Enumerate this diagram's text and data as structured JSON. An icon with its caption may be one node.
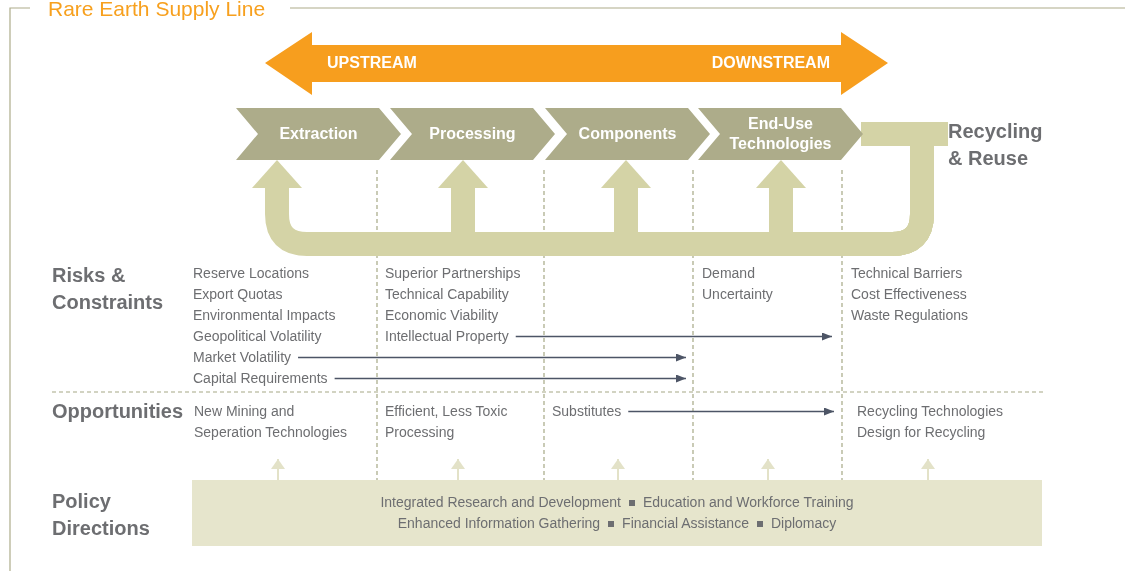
{
  "diagram": {
    "title": "Rare Earth Supply Line",
    "nodes": [
      {
        "text": [
          "UPSTREAM",
          "DOWNSTREAM"
        ]
      },
      {
        "text": [
          "Extraction"
        ]
      },
      {
        "text": [
          "Processing"
        ]
      },
      {
        "text": [
          "Components"
        ]
      },
      {
        "text": [
          "End-Use Technologies"
        ]
      },
      {
        "text": [
          "Recycling & Reuse"
        ]
      },
      {
        "text": [
          "Intellectual Property"
        ]
      },
      {
        "text": [
          "Market Volatility"
        ]
      },
      {
        "text": [
          "Capital Requirements"
        ]
      },
      {
        "text": [
          "Substitutes"
        ]
      },
      {
        "text": [
          "Integrated Research and Development",
          "Education and Workforce Training",
          "Enhanced Information Gathering",
          "Financial Assistance",
          "Diplomacy"
        ]
      },
      {
        "text": [
          "New Mining and Seperation Technologies"
        ]
      },
      {
        "text": [
          "Efficient, Less Toxic Processing"
        ]
      },
      {
        "text": [
          "Design for Recycling"
        ]
      }
    ],
    "edges": [
      {
        "from": 4,
        "to": 5,
        "arrow": "none",
        "style": "thick"
      },
      {
        "from": 5,
        "to": 1,
        "arrow": "to",
        "style": "thick"
      },
      {
        "from": 5,
        "to": 2,
        "arrow": "to",
        "style": "thick"
      },
      {
        "from": 5,
        "to": 3,
        "arrow": "to",
        "style": "thick"
      },
      {
        "from": 5,
        "to": 4,
        "arrow": "to",
        "style": "thick"
      },
      {
        "from": 6,
        "to": null,
        "arrow": "to",
        "color": "#4d5566"
      },
      {
        "from": 7,
        "to": null,
        "arrow": "to",
        "color": "#4d5566"
      },
      {
        "from": 8,
        "to": null,
        "arrow": "to",
        "color": "#4d5566"
      },
      {
        "from": 9,
        "to": 13,
        "arrow": "to",
        "color": "#4d5566"
      },
      {
        "from": 10,
        "to": 11,
        "arrow": "to"
      },
      {
        "from": 10,
        "to": 12,
        "arrow": "to"
      },
      {
        "from": 10,
        "to": null,
        "arrow": "to"
      },
      {
        "from": 10,
        "to": null,
        "arrow": "to"
      },
      {
        "from": 10,
        "to": 13,
        "arrow": "to"
      }
    ],
    "labels": [
      "Risks & Constraints",
      "Reserve Locations",
      "Export Quotas",
      "Environmental Impacts",
      "Geopolitical Volatility",
      "Superior Partnerships",
      "Technical Capability",
      "Economic Viability",
      "Demand Uncertainty",
      "Technical Barriers",
      "Cost Effectiveness",
      "Waste Regulations",
      "Opportunities",
      "Recycling Technologies",
      "Policy Directions"
    ]
  }
}
